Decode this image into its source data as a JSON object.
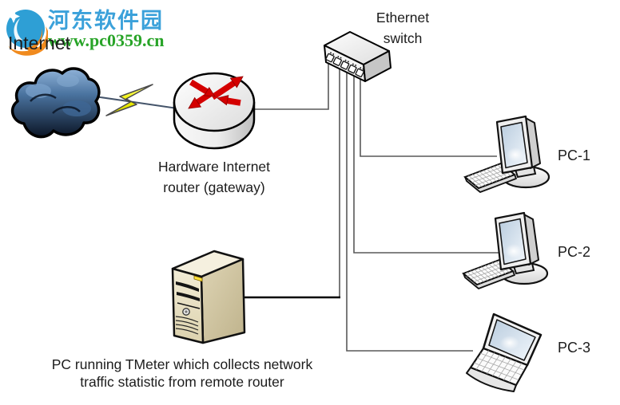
{
  "watermark": {
    "site_name": "河东软件园",
    "site_url": "www.pc0359.cn"
  },
  "diagram": {
    "internet_label": "Internet",
    "switch_label": "Ethernet switch",
    "router_label": "Hardware Internet router (gateway)",
    "server_label": "PC running TMeter which collects network traffic statistic from remote router",
    "pcs": [
      {
        "label": "PC-1"
      },
      {
        "label": "PC-2"
      },
      {
        "label": "PC-3"
      }
    ],
    "icons": [
      "internet-cloud",
      "lightning",
      "hardware-router",
      "ethernet-switch",
      "desktop-pc",
      "desktop-pc",
      "laptop",
      "server-tower",
      "hedong-logo"
    ]
  },
  "colors": {
    "watermark_blue": "#3BA1DA",
    "watermark_green": "#28A428",
    "logo_blue": "#2E9FD5",
    "logo_orange": "#F08A1E",
    "cloud_dark": "#0B1526",
    "cloud_light": "#8FB2D8",
    "lightning_yellow": "#F2F200",
    "router_red": "#D40000",
    "cable_gray": "#595959",
    "cable_black": "#000000",
    "server_beige": "#E9E1C6",
    "text_black": "#1C1C1C"
  }
}
